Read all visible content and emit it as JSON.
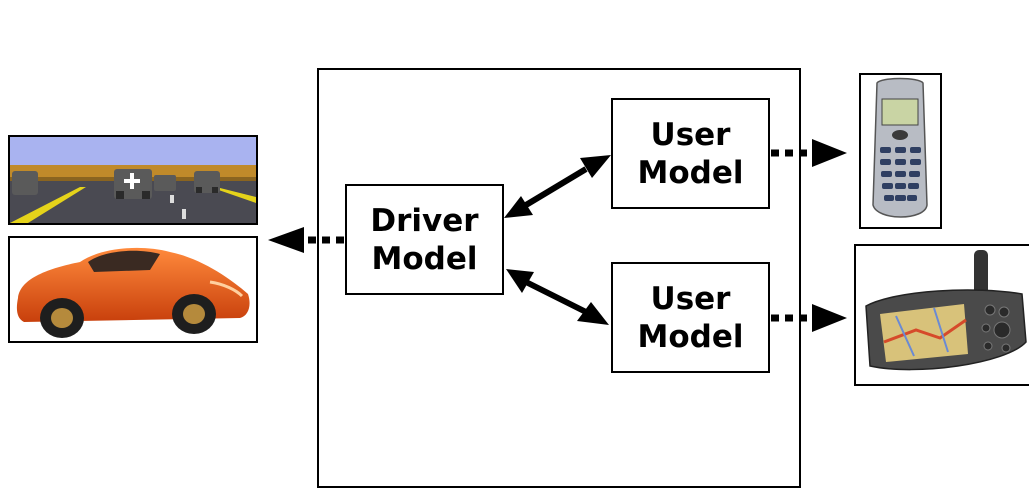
{
  "diagram": {
    "driver_model": {
      "label": "Driver\nModel"
    },
    "user_model_top": {
      "label": "User\nModel"
    },
    "user_model_bottom": {
      "label": "User\nModel"
    }
  },
  "colors": {
    "line": "#000000",
    "car_body": "#e8581a",
    "sky": "#a9b3f0",
    "guardrail": "#c08a2a",
    "road": "#4a4a52",
    "gps_screen": "#d8c27a"
  },
  "icons": [
    "driving-scene-image",
    "sports-car-image",
    "cell-phone-image",
    "gps-device-image"
  ]
}
